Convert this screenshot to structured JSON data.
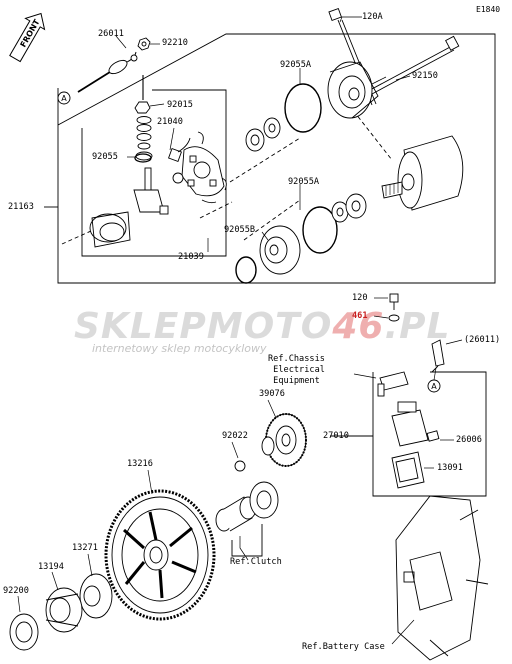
{
  "diagram": {
    "code": "E1840",
    "front_label": "FRONT",
    "reference_marker": "A",
    "watermark": {
      "brand_a": "SKLEPMOTO",
      "brand_b": "46",
      "brand_c": ".PL",
      "tagline": "internetowy sklep motocyklowy"
    },
    "part_labels": [
      "120A",
      "26011",
      "92210",
      "92150",
      "92055A",
      "92015",
      "21040",
      "92055",
      "21163",
      "92055A",
      "92055B",
      "21039",
      "120",
      "461",
      "(26011)",
      "39076",
      "92022",
      "27010",
      "26006",
      "13091",
      "13216",
      "13271",
      "13194",
      "92200"
    ],
    "highlighted_labels": [
      "461"
    ],
    "references": {
      "chassis": "Ref.Chassis\n Electrical\n Equipment",
      "clutch": "Ref.Clutch",
      "battery_case": "Ref.Battery Case"
    }
  }
}
